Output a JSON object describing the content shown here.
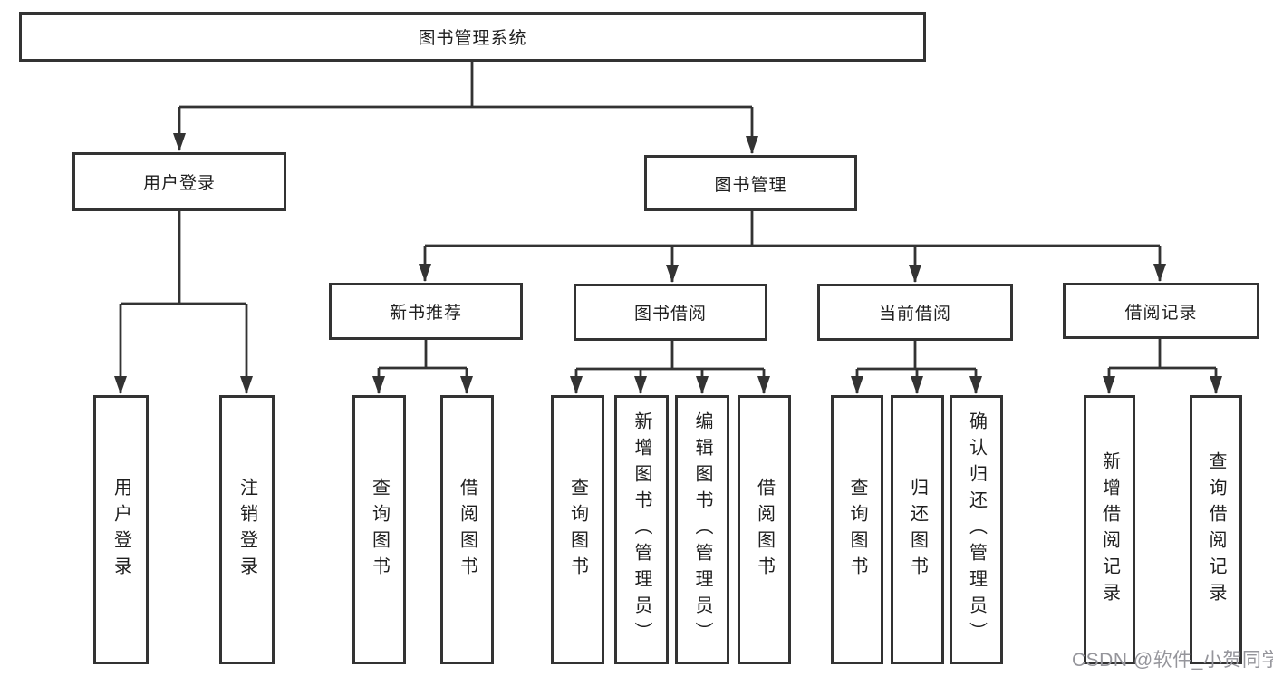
{
  "diagram": {
    "title": "图书管理系统",
    "level2": [
      {
        "label": "用户登录"
      },
      {
        "label": "图书管理"
      }
    ],
    "level3": [
      {
        "label": "新书推荐"
      },
      {
        "label": "图书借阅"
      },
      {
        "label": "当前借阅"
      },
      {
        "label": "借阅记录"
      }
    ],
    "leaves": [
      {
        "label": "用户登录"
      },
      {
        "label": "注销登录"
      },
      {
        "label": "查询图书"
      },
      {
        "label": "借阅图书"
      },
      {
        "label": "查询图书"
      },
      {
        "label": "新增图书（管理员）"
      },
      {
        "label": "编辑图书（管理员）"
      },
      {
        "label": "借阅图书"
      },
      {
        "label": "查询图书"
      },
      {
        "label": "归还图书"
      },
      {
        "label": "确认归还（管理员）"
      },
      {
        "label": "新增借阅记录"
      },
      {
        "label": "查询借阅记录"
      }
    ],
    "colors": {
      "line": "#333333",
      "text": "#1f1f1f",
      "background": "#ffffff",
      "watermark": "#95959b"
    }
  },
  "watermark": {
    "text": "CSDN @软件_小贺同学"
  }
}
